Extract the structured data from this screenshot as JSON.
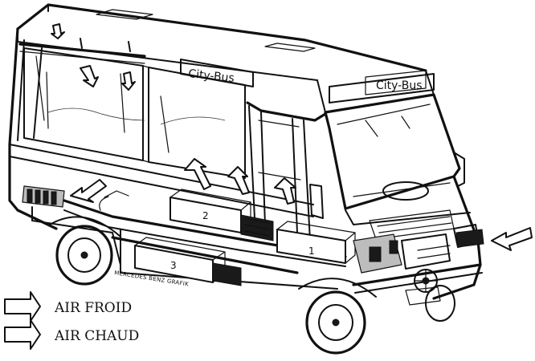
{
  "diagram": {
    "destination_sign_side": "City-Bus",
    "destination_sign_front": "City-Bus",
    "component_labels": [
      "1",
      "2",
      "3"
    ],
    "watermark": "MERCEDES BENZ GRAFIK"
  },
  "legend": {
    "items": [
      {
        "label": "AIR FROID",
        "arrow_style": "outline"
      },
      {
        "label": "AIR CHAUD",
        "arrow_style": "outline"
      }
    ]
  }
}
